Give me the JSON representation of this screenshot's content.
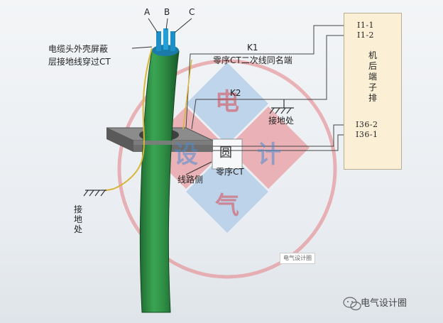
{
  "labels": {
    "phase_a": "A",
    "phase_b": "B",
    "phase_c": "C",
    "shield_line1": "电缆头外壳屏蔽",
    "shield_line2": "层接地线穿过CT",
    "k1": "K1",
    "k1_desc": "零序CT二次线同名端",
    "k2": "K2",
    "ground_right": "接地处",
    "ground_left": "接\n地\n处",
    "line_side": "线路侧",
    "ct": "零序CT"
  },
  "terminal": {
    "top1": "I1-1",
    "top2": "I1-2",
    "title": "机\n后\n端\n子\n排",
    "bot1": "I36-2",
    "bot2": "I36-1"
  },
  "watermark": {
    "c1": "电",
    "c2": "设",
    "c3": "计",
    "c4": "气",
    "center": "圆",
    "badge": "电气设计圈"
  },
  "brand": {
    "text": "电气设计圈",
    "icon": "wechat-icon"
  },
  "colors": {
    "cable": "#2e8f43",
    "watermark_red": "#d94a52",
    "watermark_blue": "#6fa5d8",
    "terminal_fill": "#fbf0d6"
  }
}
